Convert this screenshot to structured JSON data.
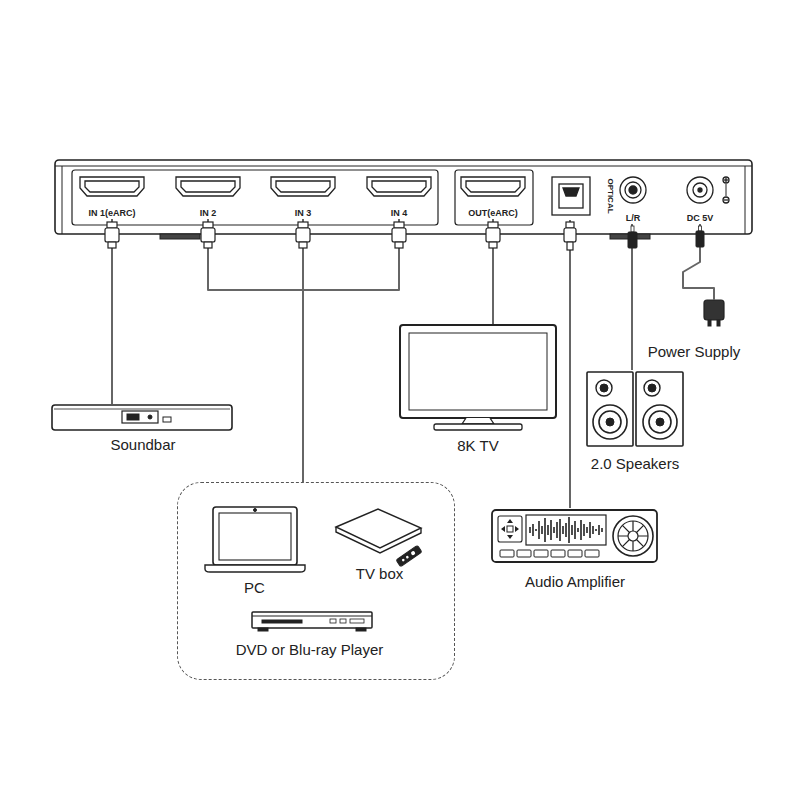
{
  "diagram": {
    "nodes": [
      {
        "text": [
          "IN 1(eARC)"
        ]
      },
      {
        "text": [
          "IN 2"
        ]
      },
      {
        "text": [
          "IN 3"
        ]
      },
      {
        "text": [
          "IN 4"
        ]
      },
      {
        "text": [
          "OUT(eARC)"
        ]
      },
      {
        "text": [
          "OPTICAL"
        ]
      },
      {
        "text": [
          "L/R"
        ]
      },
      {
        "text": [
          "DC 5V"
        ]
      },
      {
        "text": [
          "Power Supply"
        ]
      },
      {
        "text": [
          "Soundbar"
        ]
      },
      {
        "text": [
          "8K TV"
        ]
      },
      {
        "text": [
          "2.0 Speakers"
        ]
      },
      {
        "text": []
      },
      {
        "text": [
          "PC"
        ],
        "in": 12
      },
      {
        "text": [
          "TV box"
        ],
        "in": 12
      },
      {
        "text": [
          "Audio Amplifier"
        ]
      },
      {
        "text": [
          "DVD or Blu-ray Player"
        ],
        "in": 12
      }
    ],
    "edges": [
      {
        "from": 0,
        "to": 9,
        "arrow": "none"
      },
      {
        "from": 1,
        "to": 12,
        "arrow": "none"
      },
      {
        "from": 2,
        "to": 12,
        "arrow": "none"
      },
      {
        "from": 3,
        "to": 12,
        "arrow": "none"
      },
      {
        "from": 4,
        "to": 10,
        "arrow": "none"
      },
      {
        "from": 5,
        "to": 15,
        "arrow": "none"
      },
      {
        "from": 6,
        "to": 11,
        "arrow": "none"
      },
      {
        "from": 7,
        "to": 8,
        "arrow": "none"
      }
    ]
  }
}
